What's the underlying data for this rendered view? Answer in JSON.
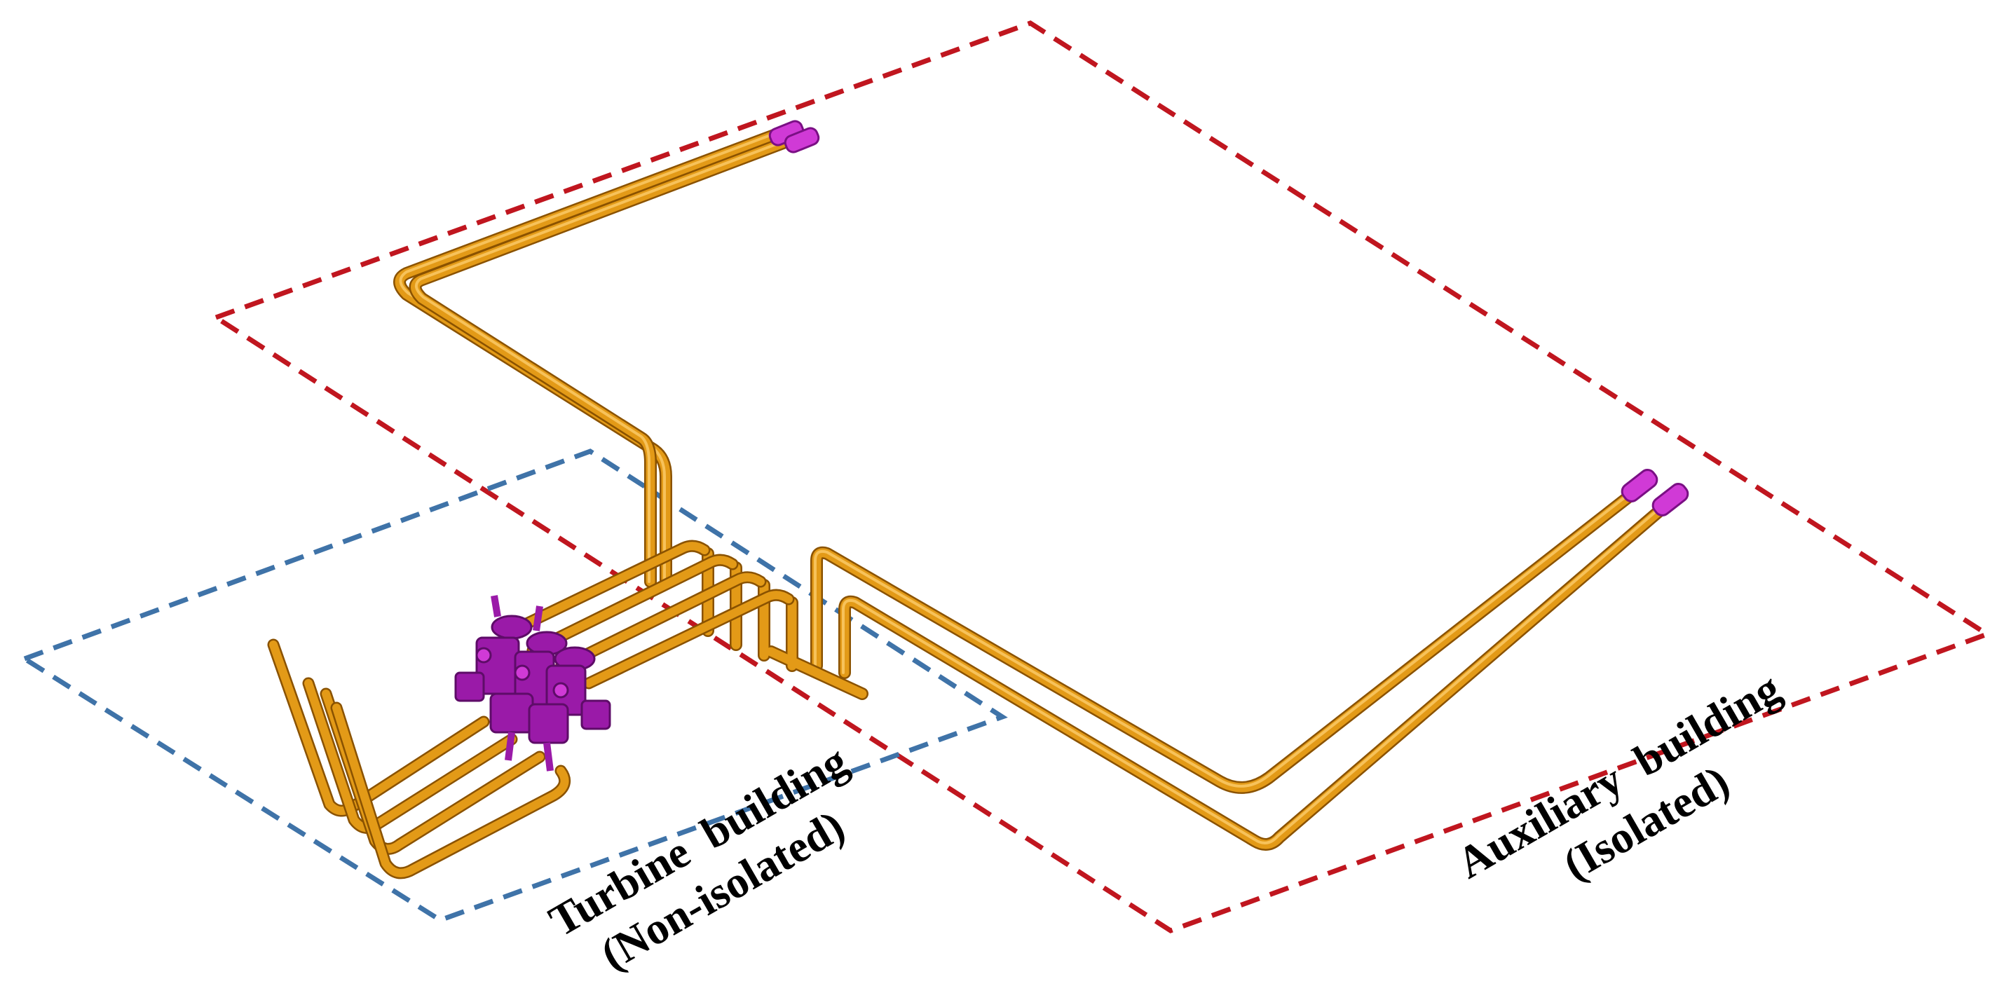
{
  "zones": {
    "auxiliary": {
      "line1": "Auxiliary  building",
      "line2": "(Isolated)"
    },
    "turbine": {
      "line1": "Turbine  building",
      "line2": "(Non-isolated)"
    }
  },
  "colors": {
    "auxiliary_boundary": "#c0161f",
    "turbine_boundary": "#3f73a8",
    "pipe": "#e39a17",
    "pipe_shadow": "#8a5200",
    "equipment": "#9a1aa8",
    "nozzle": "#d03ad6"
  },
  "icons": {
    "pipe_end": "magenta-nozzle-icon",
    "valve_cluster": "valve-cluster-icon"
  }
}
